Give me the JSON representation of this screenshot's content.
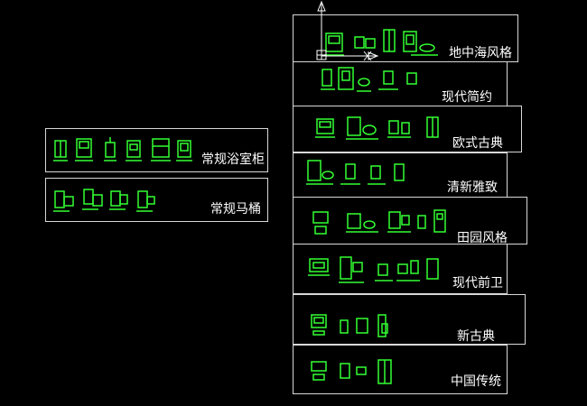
{
  "colors": {
    "background": "#000000",
    "frame": "#d8d8d8",
    "text": "#ffffff",
    "fixture": "#33ff33"
  },
  "left_panels": [
    {
      "id": "regular-cabinet",
      "label": "常规浴室柜"
    },
    {
      "id": "regular-toilet",
      "label": "常规马桶"
    }
  ],
  "right_panels": [
    {
      "id": "mediterranean",
      "label": "地中海风格"
    },
    {
      "id": "modern-simple",
      "label": "现代简约"
    },
    {
      "id": "european-classic",
      "label": "欧式古典"
    },
    {
      "id": "fresh-elegant",
      "label": "清新雅致"
    },
    {
      "id": "pastoral",
      "label": "田园风格"
    },
    {
      "id": "modern-avant-garde",
      "label": "现代前卫"
    },
    {
      "id": "neo-classical",
      "label": "新古典"
    },
    {
      "id": "chinese-traditional",
      "label": "中国传统"
    }
  ],
  "ucs_icon": "ucs-axis-icon"
}
